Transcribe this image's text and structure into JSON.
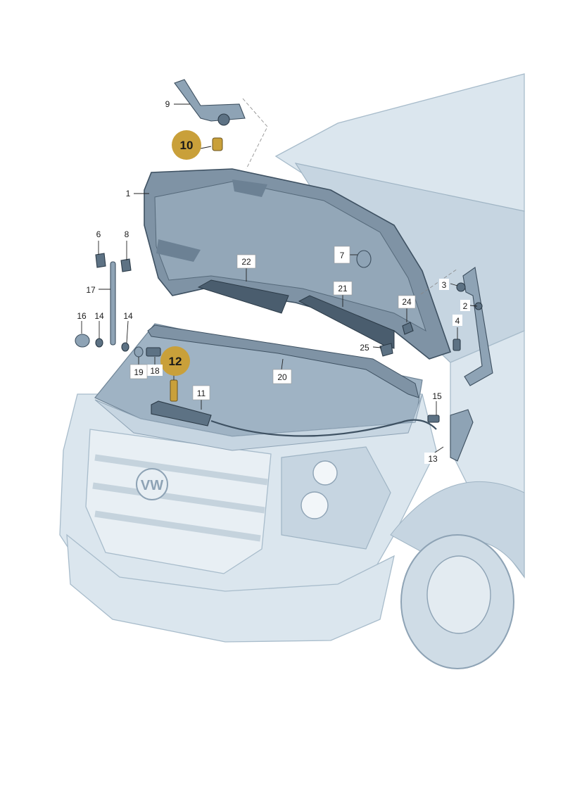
{
  "callouts": [
    {
      "id": "c1",
      "text": "1"
    },
    {
      "id": "c2",
      "text": "2"
    },
    {
      "id": "c3",
      "text": "3"
    },
    {
      "id": "c4",
      "text": "4"
    },
    {
      "id": "c6",
      "text": "6"
    },
    {
      "id": "c7",
      "text": "7"
    },
    {
      "id": "c8",
      "text": "8"
    },
    {
      "id": "c9",
      "text": "9"
    },
    {
      "id": "c10",
      "text": "10",
      "highlight": true
    },
    {
      "id": "c11",
      "text": "11"
    },
    {
      "id": "c12",
      "text": "12",
      "highlight": true
    },
    {
      "id": "c13",
      "text": "13"
    },
    {
      "id": "c14a",
      "text": "14"
    },
    {
      "id": "c14b",
      "text": "14"
    },
    {
      "id": "c15",
      "text": "15"
    },
    {
      "id": "c16",
      "text": "16"
    },
    {
      "id": "c17",
      "text": "17"
    },
    {
      "id": "c18",
      "text": "18"
    },
    {
      "id": "c19",
      "text": "19"
    },
    {
      "id": "c20",
      "text": "20"
    },
    {
      "id": "c21",
      "text": "21"
    },
    {
      "id": "c22",
      "text": "22"
    },
    {
      "id": "c24",
      "text": "24"
    },
    {
      "id": "c25",
      "text": "25"
    }
  ],
  "colors": {
    "highlight": "#c9a03a",
    "vehicle_body": "#dbe6ee",
    "hood_underside": "#7f93a5",
    "parts": "#8ea3b5"
  },
  "logo": {
    "text": "VW"
  }
}
